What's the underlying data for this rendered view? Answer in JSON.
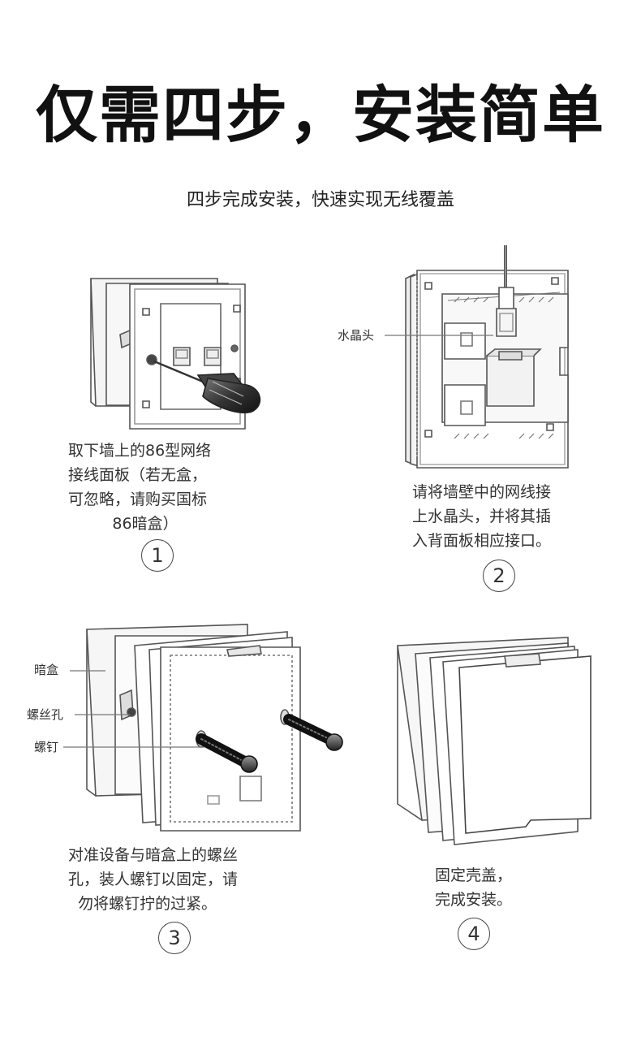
{
  "header": {
    "title": "仅需四步，安装简单",
    "subtitle": "四步完成安装，快速实现无线覆盖"
  },
  "steps": [
    {
      "number": "1",
      "description": "取下墙上的86型网络\n接线面板（若无盒，\n可忽略，请购买国标\n         86暗盒）"
    },
    {
      "number": "2",
      "description": "请将墙壁中的网线接\n上水晶头，并将其插\n入背面板相应接口。",
      "callouts": [
        "水晶头"
      ]
    },
    {
      "number": "3",
      "description": "对准设备与暗盒上的螺丝\n孔，装人螺钉以固定，请\n  勿将螺钉拧的过紧。",
      "callouts": [
        "暗盒",
        "螺丝孔",
        "螺钉"
      ]
    },
    {
      "number": "4",
      "description": "固定壳盖，\n完成安装。"
    }
  ]
}
